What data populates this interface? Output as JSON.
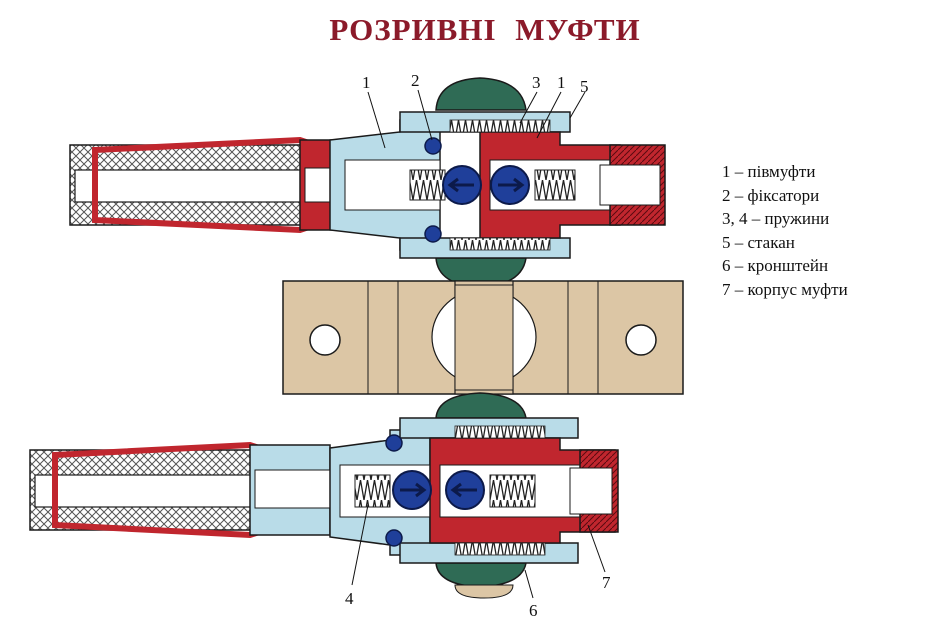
{
  "title": "РОЗРИВНІ  МУФТИ",
  "colors": {
    "title": "#8b1a2a",
    "red_part": "#c0262e",
    "steel_part": "#b9dce8",
    "bracket": "#dcc6a5",
    "clamp": "#2f6b55",
    "ball": "#1f3f9a",
    "outline": "#1a1a1a"
  },
  "callouts": {
    "top": [
      {
        "label": "1"
      },
      {
        "label": "2"
      },
      {
        "label": "3"
      },
      {
        "label": "1"
      },
      {
        "label": "5"
      }
    ],
    "bottom": [
      {
        "label": "4"
      },
      {
        "label": "6"
      },
      {
        "label": "7"
      }
    ]
  },
  "legend": [
    {
      "text": "1 – півмуфти"
    },
    {
      "text": "2 – фіксатори"
    },
    {
      "text": "3, 4 – пружини"
    },
    {
      "text": "5 – стакан"
    },
    {
      "text": "6 – кронштейн"
    },
    {
      "text": "7 – корпус муфти"
    }
  ]
}
